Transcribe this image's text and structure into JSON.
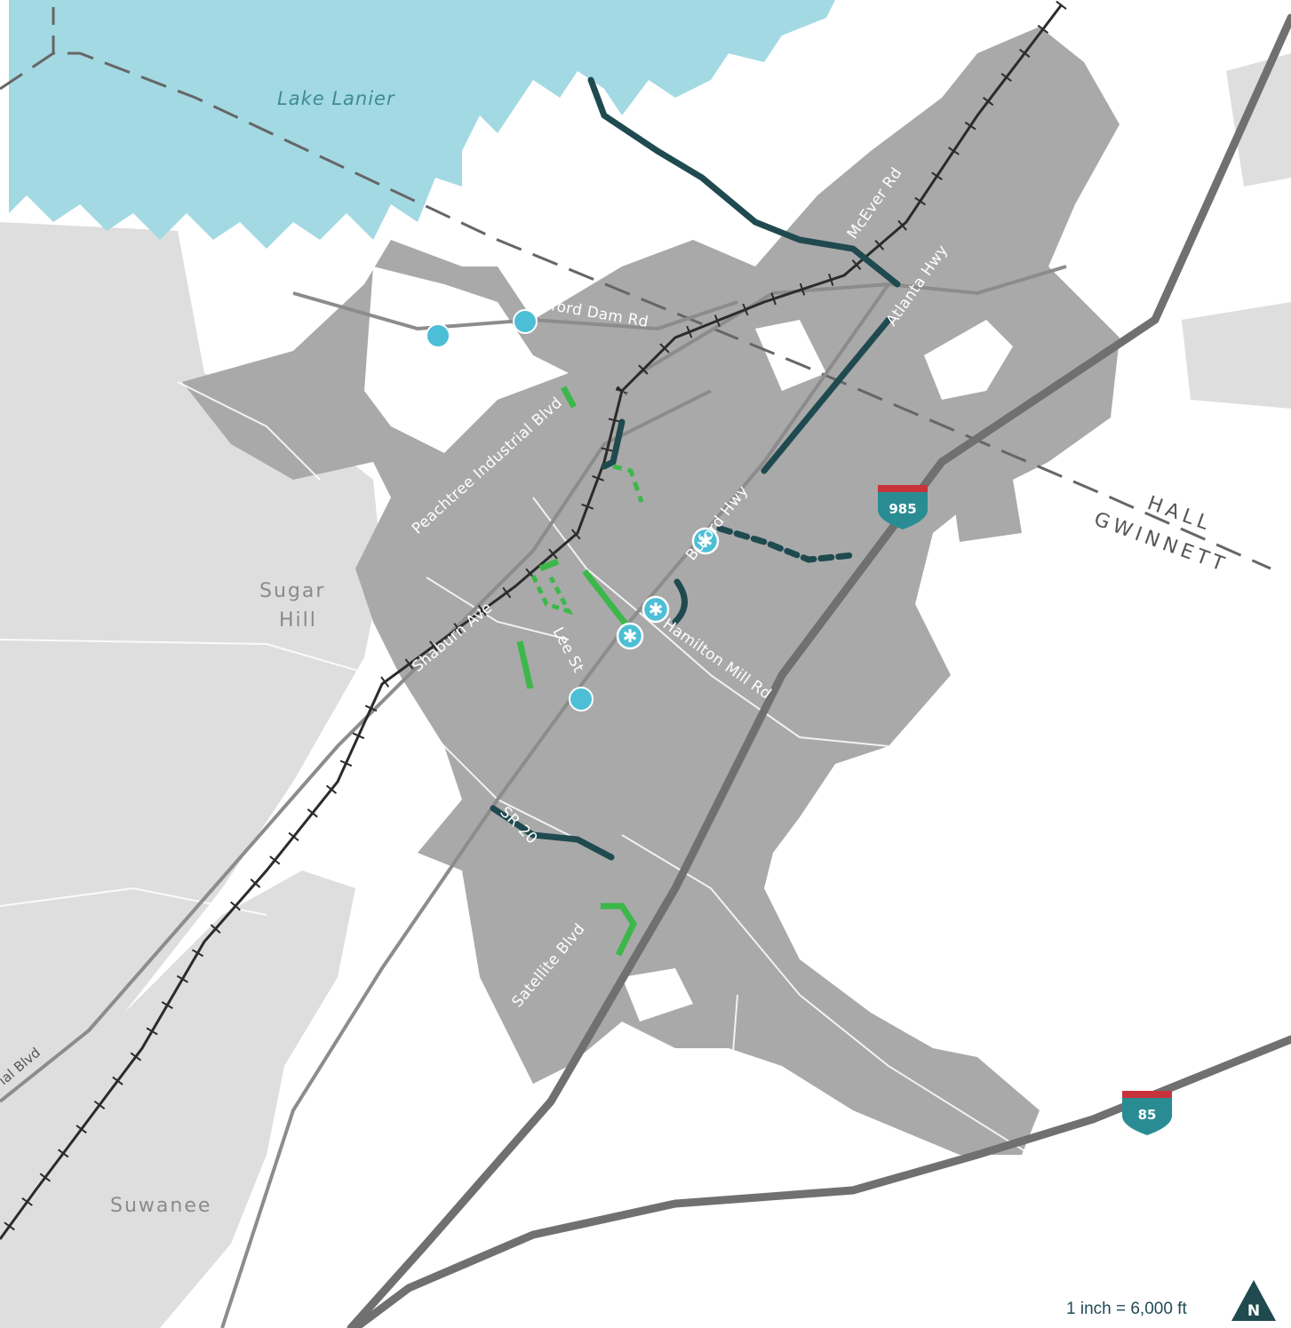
{
  "labels": {
    "lake": "Lake Lanier",
    "buford_dam_rd": "Buford Dam Rd",
    "mcever_rd": "McEver Rd",
    "atlanta_hwy": "Atlanta Hwy",
    "peachtree_industrial_blvd": "Peachtree Industrial Blvd",
    "buford_hwy": "Buford Hwy",
    "shaburn_ave": "Shaburn Ave",
    "lee_st": "Lee St",
    "hamilton_mill_rd": "Hamilton Mill Rd",
    "sr20": "SR 20",
    "satellite_blvd": "Satellite Blvd",
    "pib_sw": "ial Blvd"
  },
  "places": {
    "sugar_hill_line1": "Sugar",
    "sugar_hill_line2": "Hill",
    "suwanee": "Suwanee"
  },
  "counties": {
    "north": "HALL",
    "south": "GWINNETT"
  },
  "shields": {
    "i985": "985",
    "i85": "85"
  },
  "scale": "1 inch = 6,000 ft",
  "north_arrow": "N",
  "colors": {
    "lake": "#a3d9e3",
    "city": "#a9a9a9",
    "surrounding": "#dedede",
    "dark_project": "#1f4a4f",
    "green_project": "#3cb84a",
    "point": "#4cbfd6",
    "interstate": "#707070",
    "rail": "#2b2b2b"
  }
}
